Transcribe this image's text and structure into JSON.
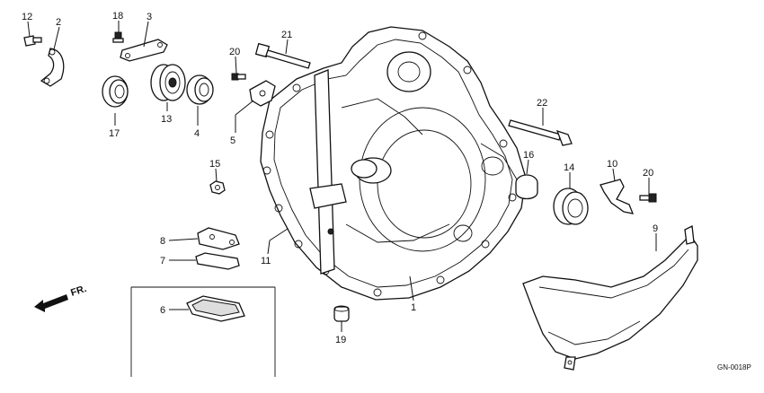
{
  "diagram": {
    "code": "GN-0018P",
    "direction_label": "FR.",
    "callouts": {
      "c1": "1",
      "c2": "2",
      "c3": "3",
      "c4": "4",
      "c5": "5",
      "c6": "6",
      "c7": "7",
      "c8": "8",
      "c9": "9",
      "c10": "10",
      "c11": "11",
      "c12": "12",
      "c13": "13",
      "c14": "14",
      "c15": "15",
      "c16": "16",
      "c17": "17",
      "c18": "18",
      "c19": "19",
      "c20a": "20",
      "c20b": "20",
      "c21": "21",
      "c22": "22"
    }
  }
}
